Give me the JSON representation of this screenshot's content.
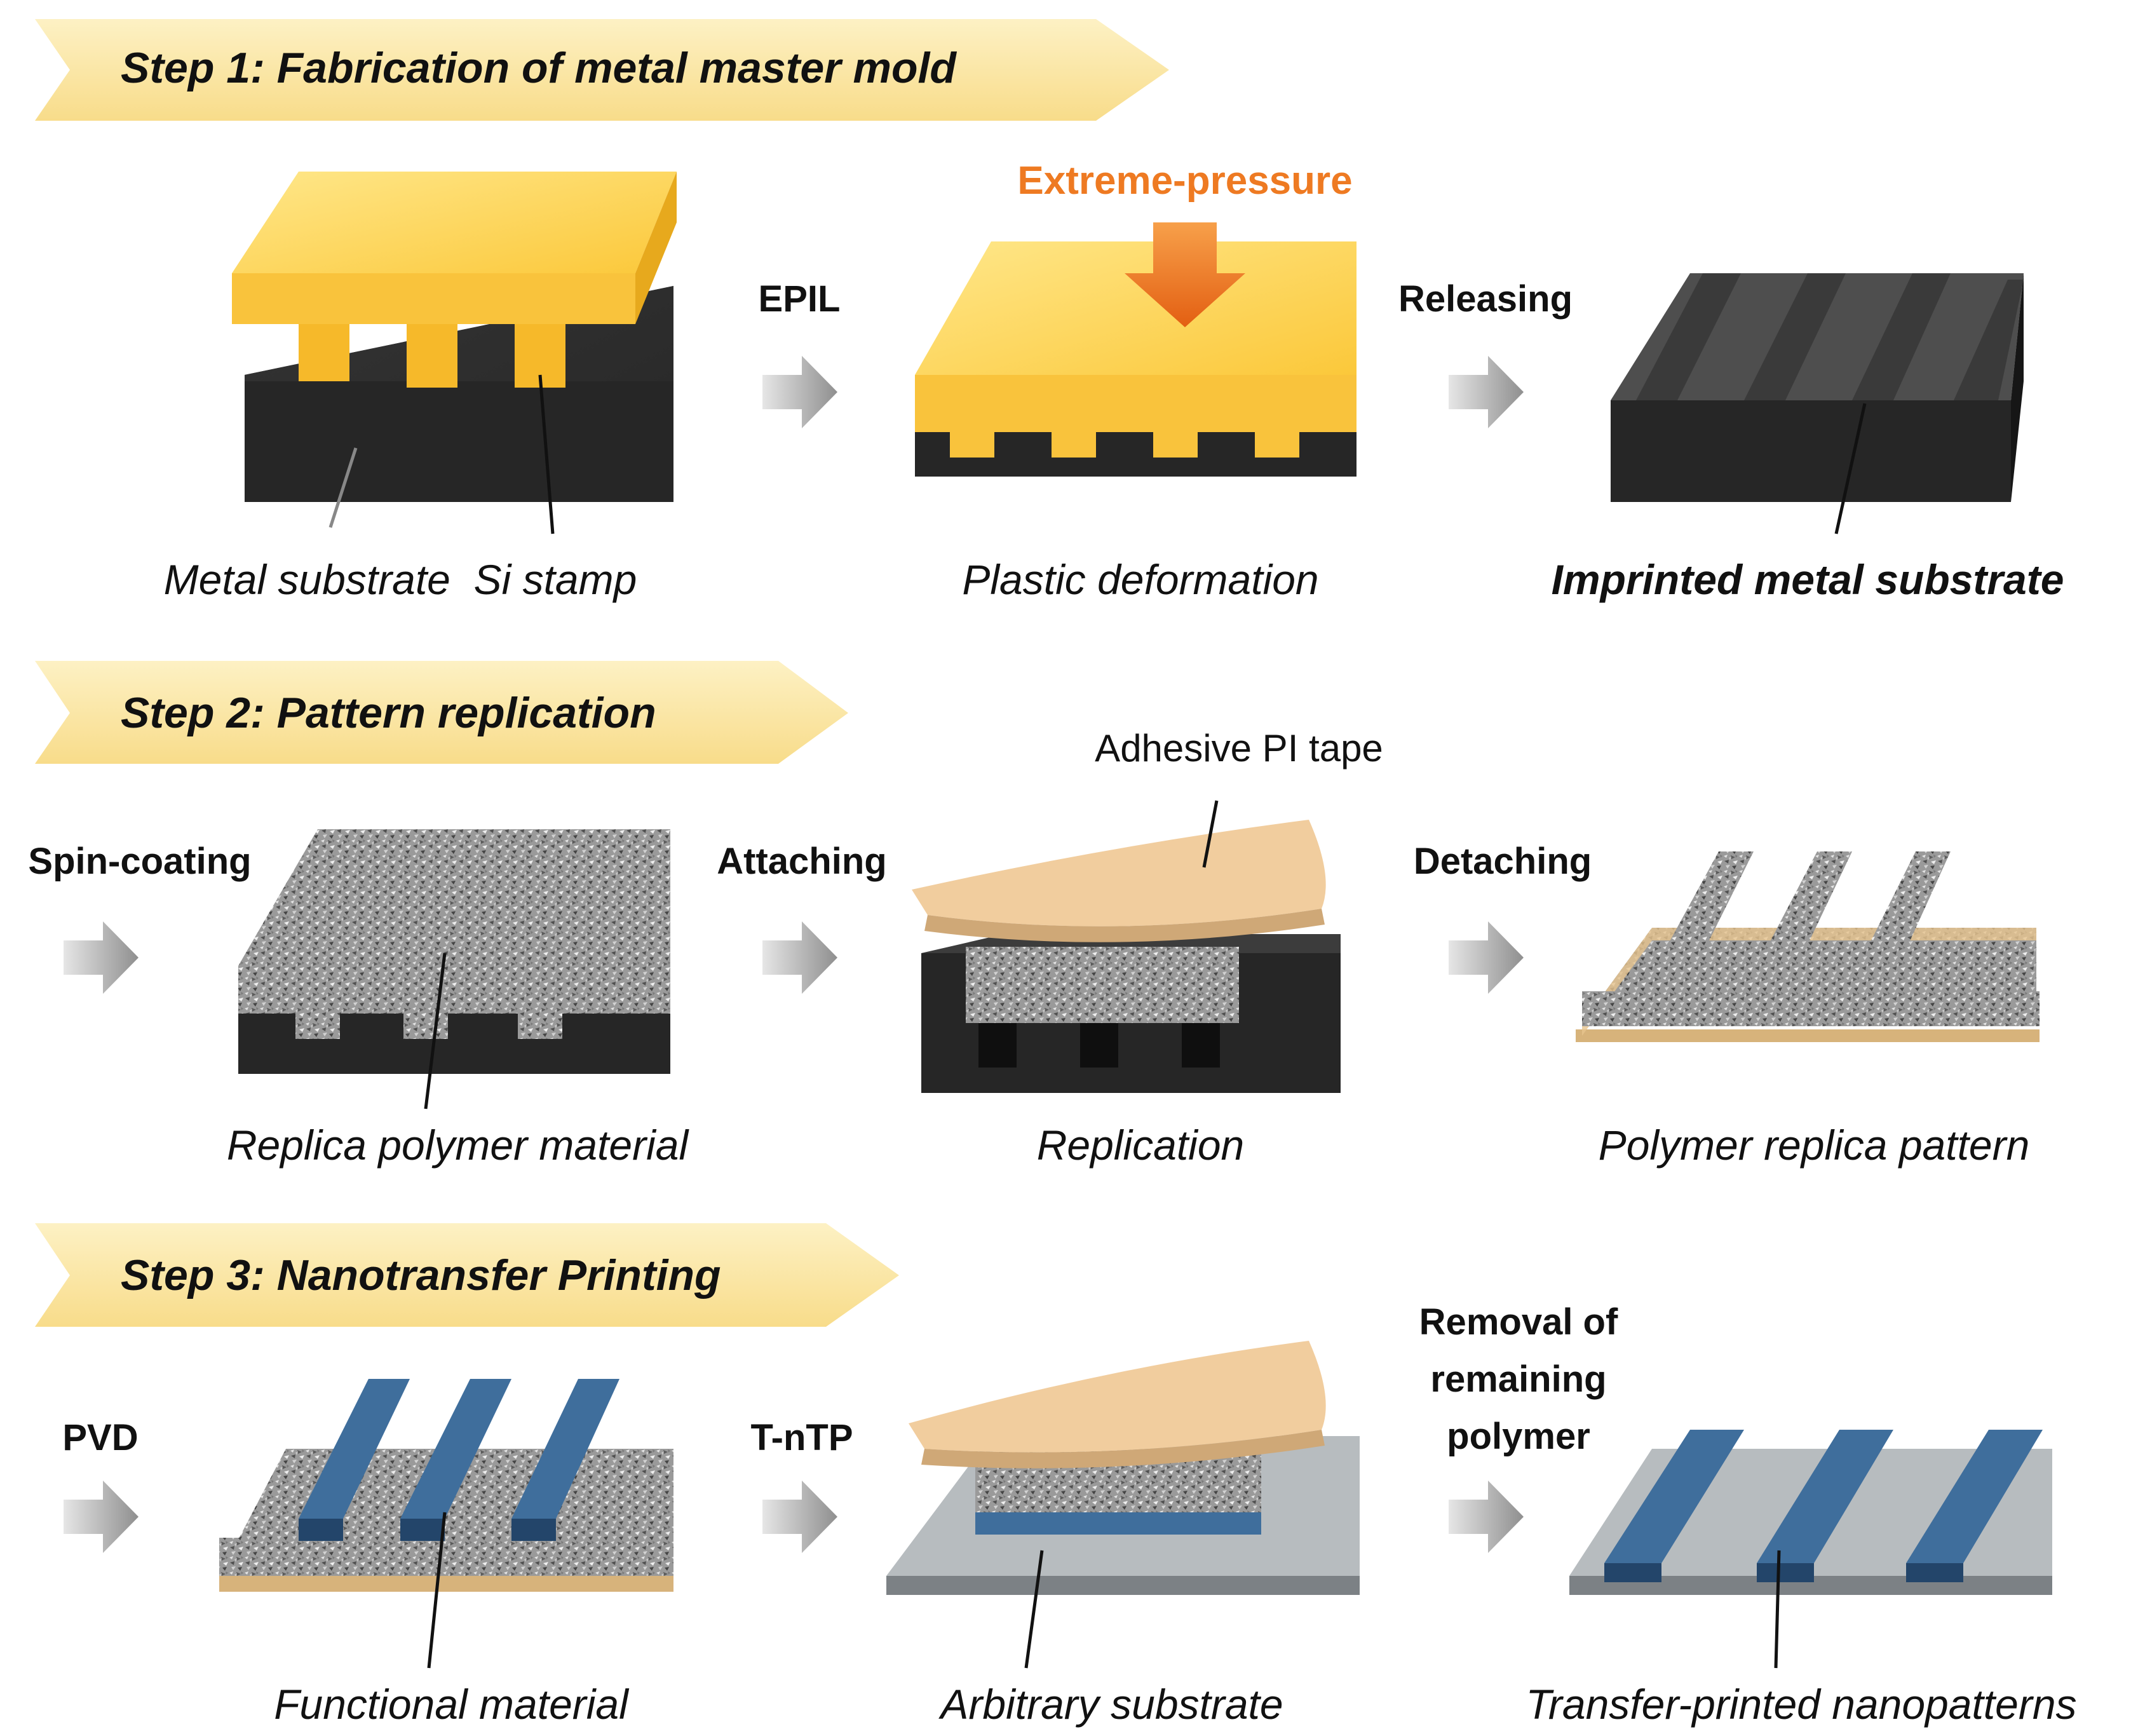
{
  "colors": {
    "banner_fill": "#fbe7a4",
    "banner_edge": "#f3d477",
    "gold_top": "#fdd651",
    "gold_side": "#f5bd2c",
    "metal_top": "#474747",
    "metal_front": "#262626",
    "metal_side": "#1a1a1a",
    "tape_top": "#f1cd9e",
    "tape_edge": "#cfa877",
    "polymer_base": "#9a9a9a",
    "blue_top": "#3f6e9c",
    "blue_side": "#23456a",
    "gray_top": "#b7bcbf",
    "gray_side": "#7c8185",
    "pressure_orange": "#ee7a22",
    "arrow_gray": "#b0b0b0",
    "label_black": "#111111"
  },
  "steps": [
    {
      "banner": "Step 1: Fabrication of metal master mold",
      "stages": [
        {
          "process": "",
          "caption": "Metal substrate  Si stamp",
          "icon": "metal-substrate-with-si-stamp-icon"
        },
        {
          "process": "EPIL",
          "caption": "Plastic deformation",
          "icon": "plastic-deformation-icon",
          "callout": "Extreme-pressure"
        },
        {
          "process": "Releasing",
          "caption": "Imprinted metal substrate",
          "icon": "imprinted-metal-substrate-icon"
        }
      ]
    },
    {
      "banner": "Step 2: Pattern replication",
      "stages": [
        {
          "process": "Spin-coating",
          "caption": "Replica polymer material",
          "icon": "spin-coated-polymer-icon"
        },
        {
          "process": "Attaching",
          "caption": "Replication",
          "icon": "replication-icon",
          "callout": "Adhesive PI tape"
        },
        {
          "process": "Detaching",
          "caption": "Polymer replica pattern",
          "icon": "polymer-replica-pattern-icon"
        }
      ]
    },
    {
      "banner": "Step 3: Nanotransfer  Printing",
      "stages": [
        {
          "process": "PVD",
          "caption": "Functional material",
          "icon": "functional-material-icon"
        },
        {
          "process": "T-nTP",
          "caption": "Arbitrary substrate",
          "icon": "arbitrary-substrate-icon"
        },
        {
          "process_lines": [
            "Removal of",
            "remaining",
            "polymer"
          ],
          "caption": "Transfer-printed nanopatterns",
          "icon": "transfer-printed-nanopatterns-icon"
        }
      ]
    }
  ]
}
